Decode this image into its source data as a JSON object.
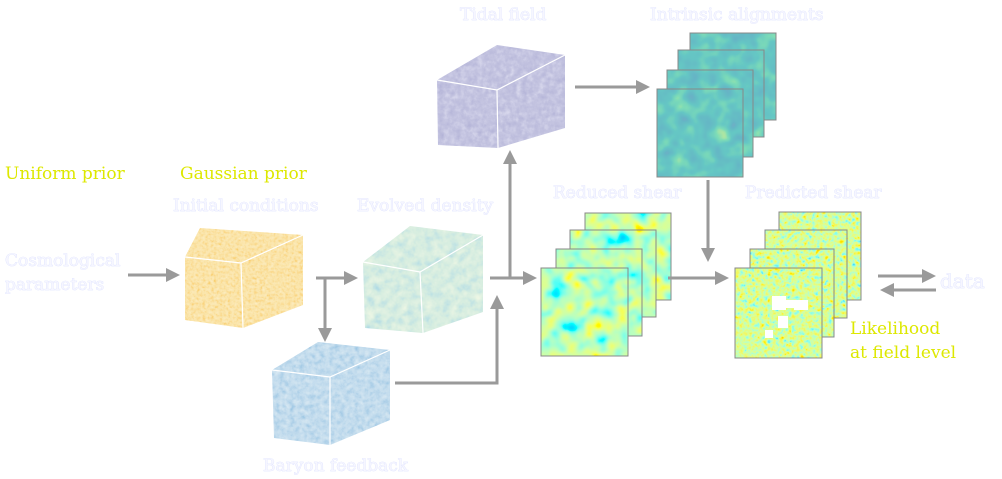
{
  "priors": {
    "uniform": "Uniform prior",
    "gaussian": "Gaussian prior"
  },
  "nodes": {
    "cosmological_parameters": [
      "Cosmological",
      "parameters"
    ],
    "initial_conditions": "Initial conditions",
    "evolved_density": "Evolved density",
    "baryon_feedback": "Baryon feedback",
    "tidal_field": "Tidal field",
    "intrinsic_alignments": "Intrinsic alignments",
    "reduced_shear": "Reduced shear",
    "predicted_shear": "Predicted shear",
    "data": "data"
  },
  "likelihood": [
    "Likelihood",
    "at field level"
  ],
  "colors": {
    "arrow": "#9a9a9a",
    "prior_text": "#dde800",
    "label_text": "#f6f6ff"
  }
}
